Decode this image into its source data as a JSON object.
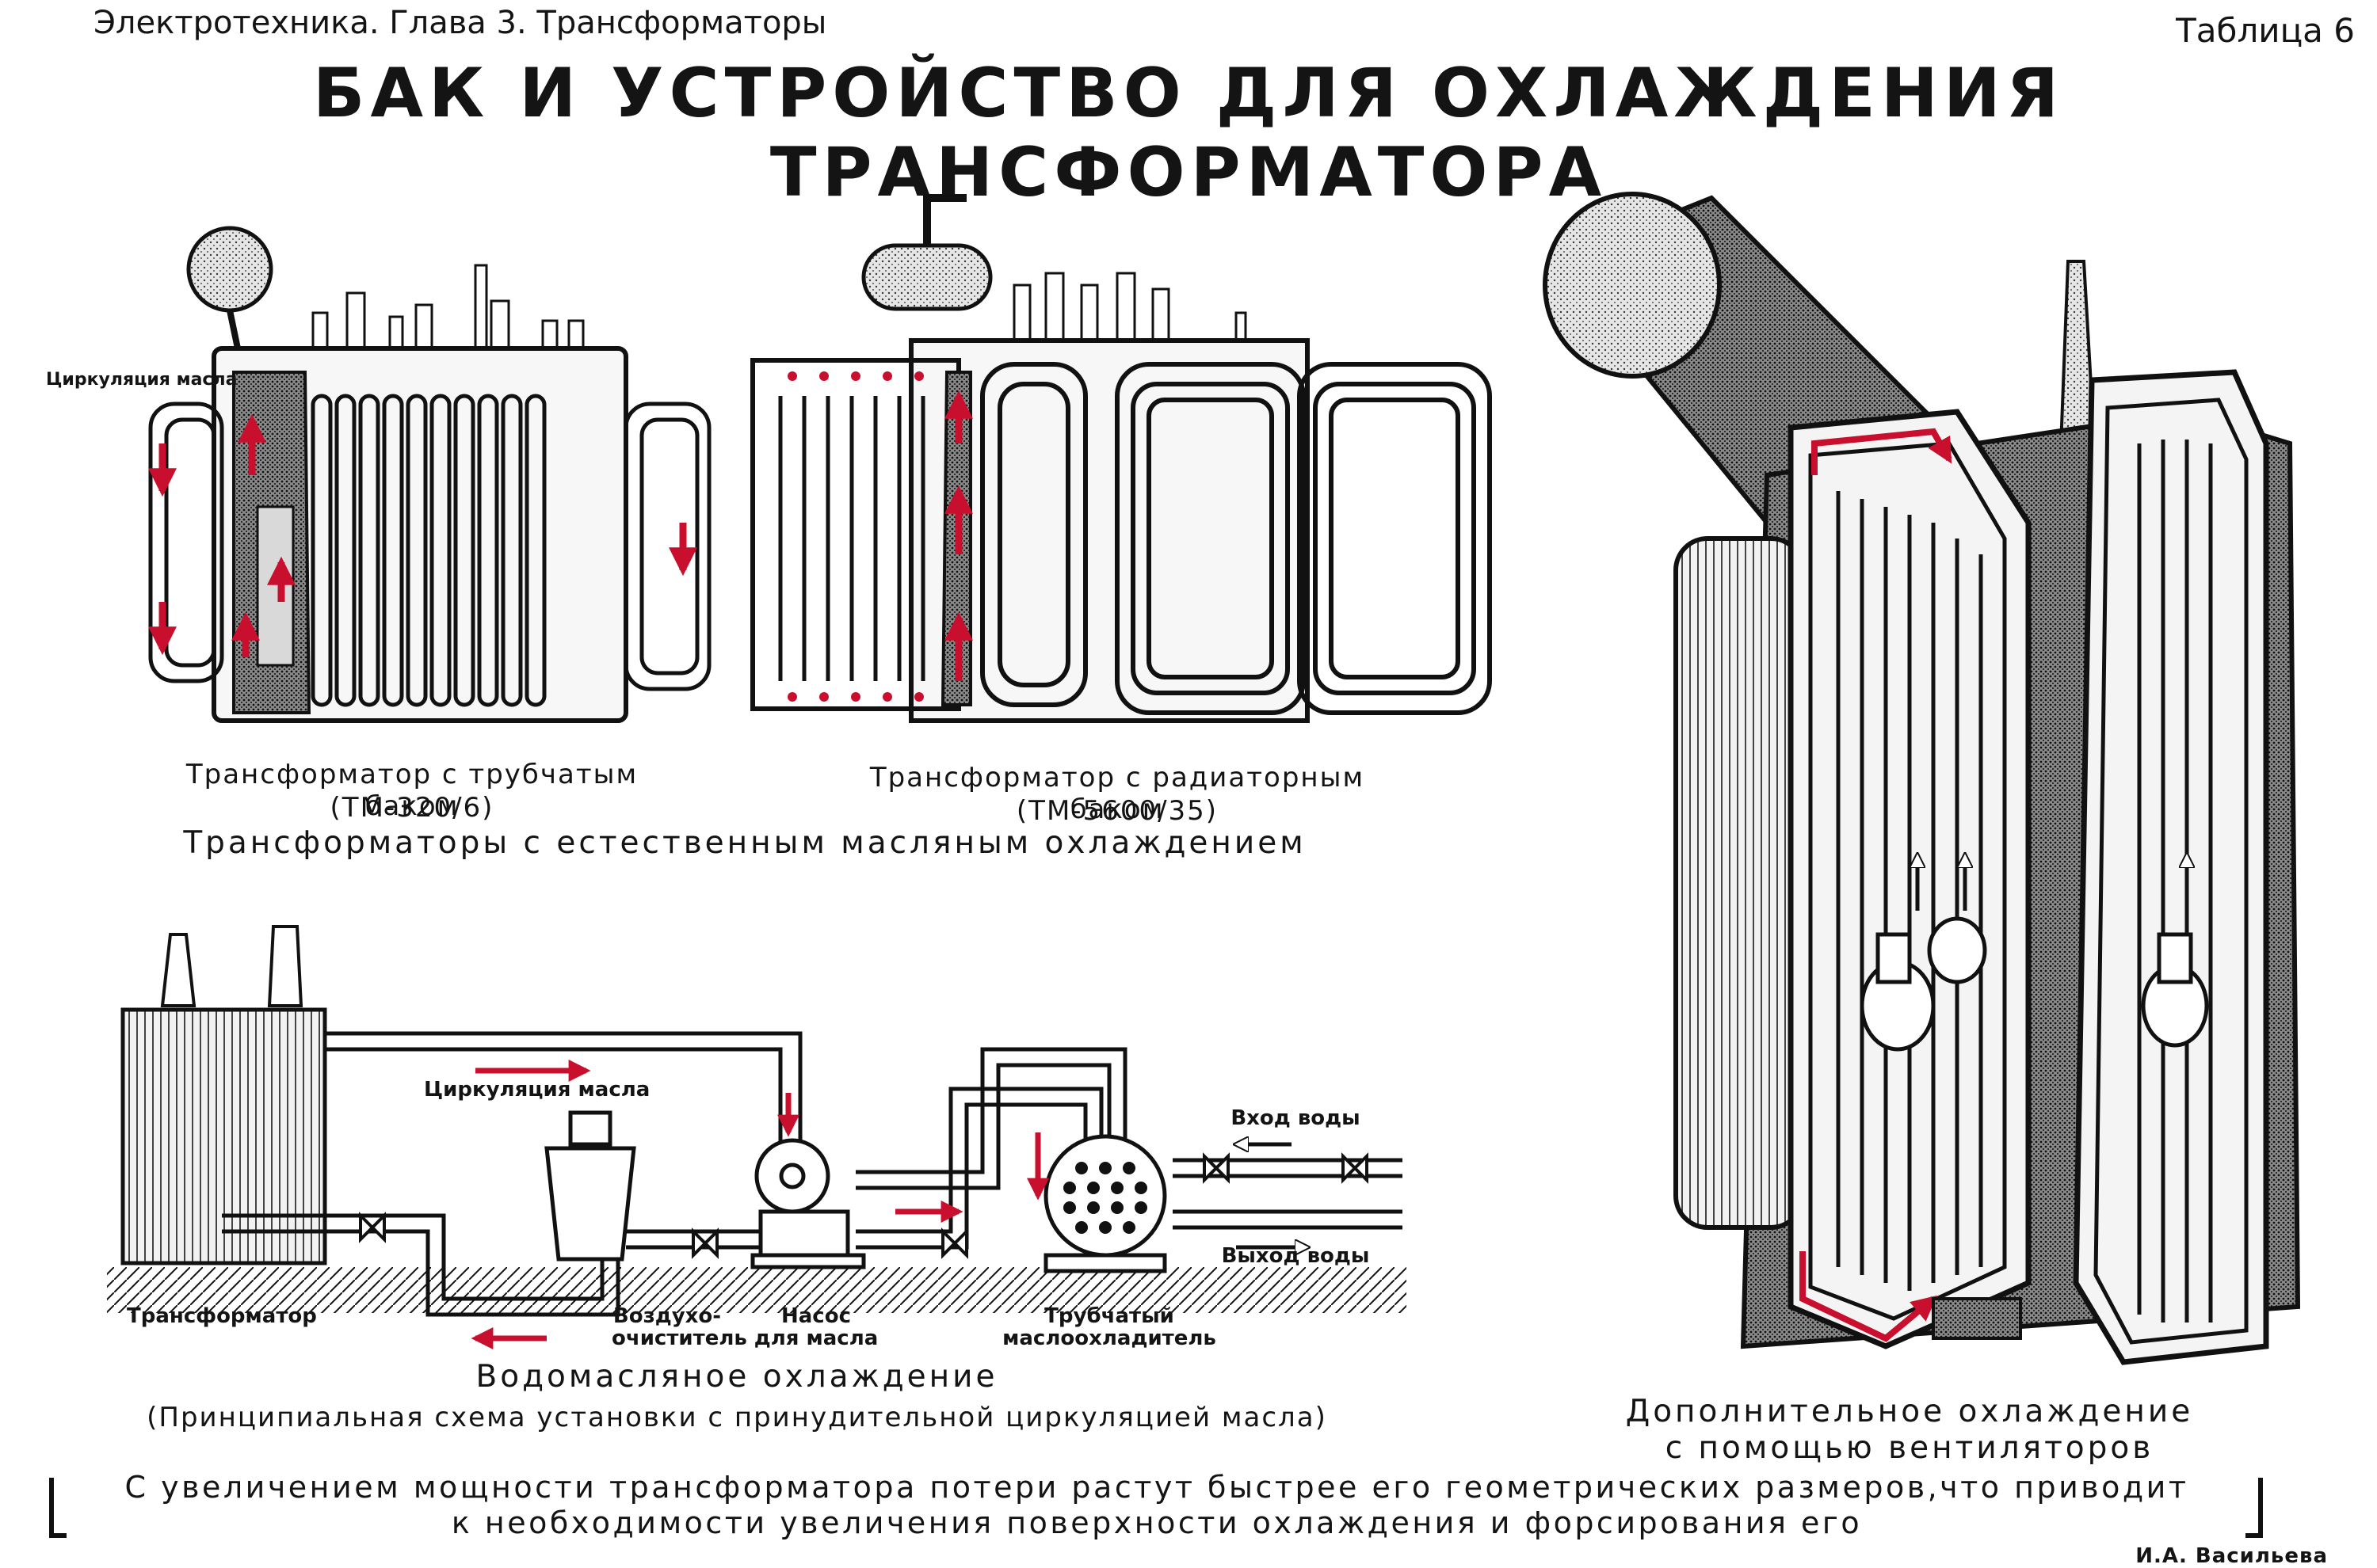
{
  "header": {
    "subject": "Электротехника. Глава 3. Трансформаторы",
    "table_no": "Таблица 6",
    "title": "БАК И УСТРОЙСТВО ДЛЯ ОХЛАЖДЕНИЯ ТРАНСФОРМАТОРА"
  },
  "fig_tubular": {
    "label_circulation": "Циркуляция масла",
    "caption": "Трансформатор с трубчатым баком",
    "model": "(ТМ-320/6)"
  },
  "fig_radiator": {
    "caption": "Трансформатор с радиаторным баком",
    "model": "(ТМ-5600/35)"
  },
  "natural_caption": "Трансформаторы с естественным масляным охлаждением",
  "fig_water_oil": {
    "label_circulation": "Циркуляция масла",
    "label_transformer": "Трансформатор",
    "label_air_cleaner_1": "Воздухо-",
    "label_air_cleaner_2": "очиститель",
    "label_pump_1": "Насос",
    "label_pump_2": "для масла",
    "label_cooler_1": "Трубчатый",
    "label_cooler_2": "маслоохладитель",
    "label_water_in": "Вход воды",
    "label_water_out": "Выход воды",
    "caption": "Водомасляное охлаждение",
    "subcaption": "(Принципиальная схема установки с принудительной циркуляцией масла)"
  },
  "fig_fans": {
    "caption_1": "Дополнительное охлаждение",
    "caption_2": "с помощью вентиляторов"
  },
  "note": {
    "line1": "С увеличением мощности трансформатора потери растут быстрее его геометрических размеров,что приводит",
    "line2": "к необходимости увеличения поверхности охлаждения и форсирования его"
  },
  "author": "И.А. Васильева",
  "colors": {
    "ink": "#141414",
    "arrow": "#c8102e",
    "paper": "#ffffff"
  }
}
